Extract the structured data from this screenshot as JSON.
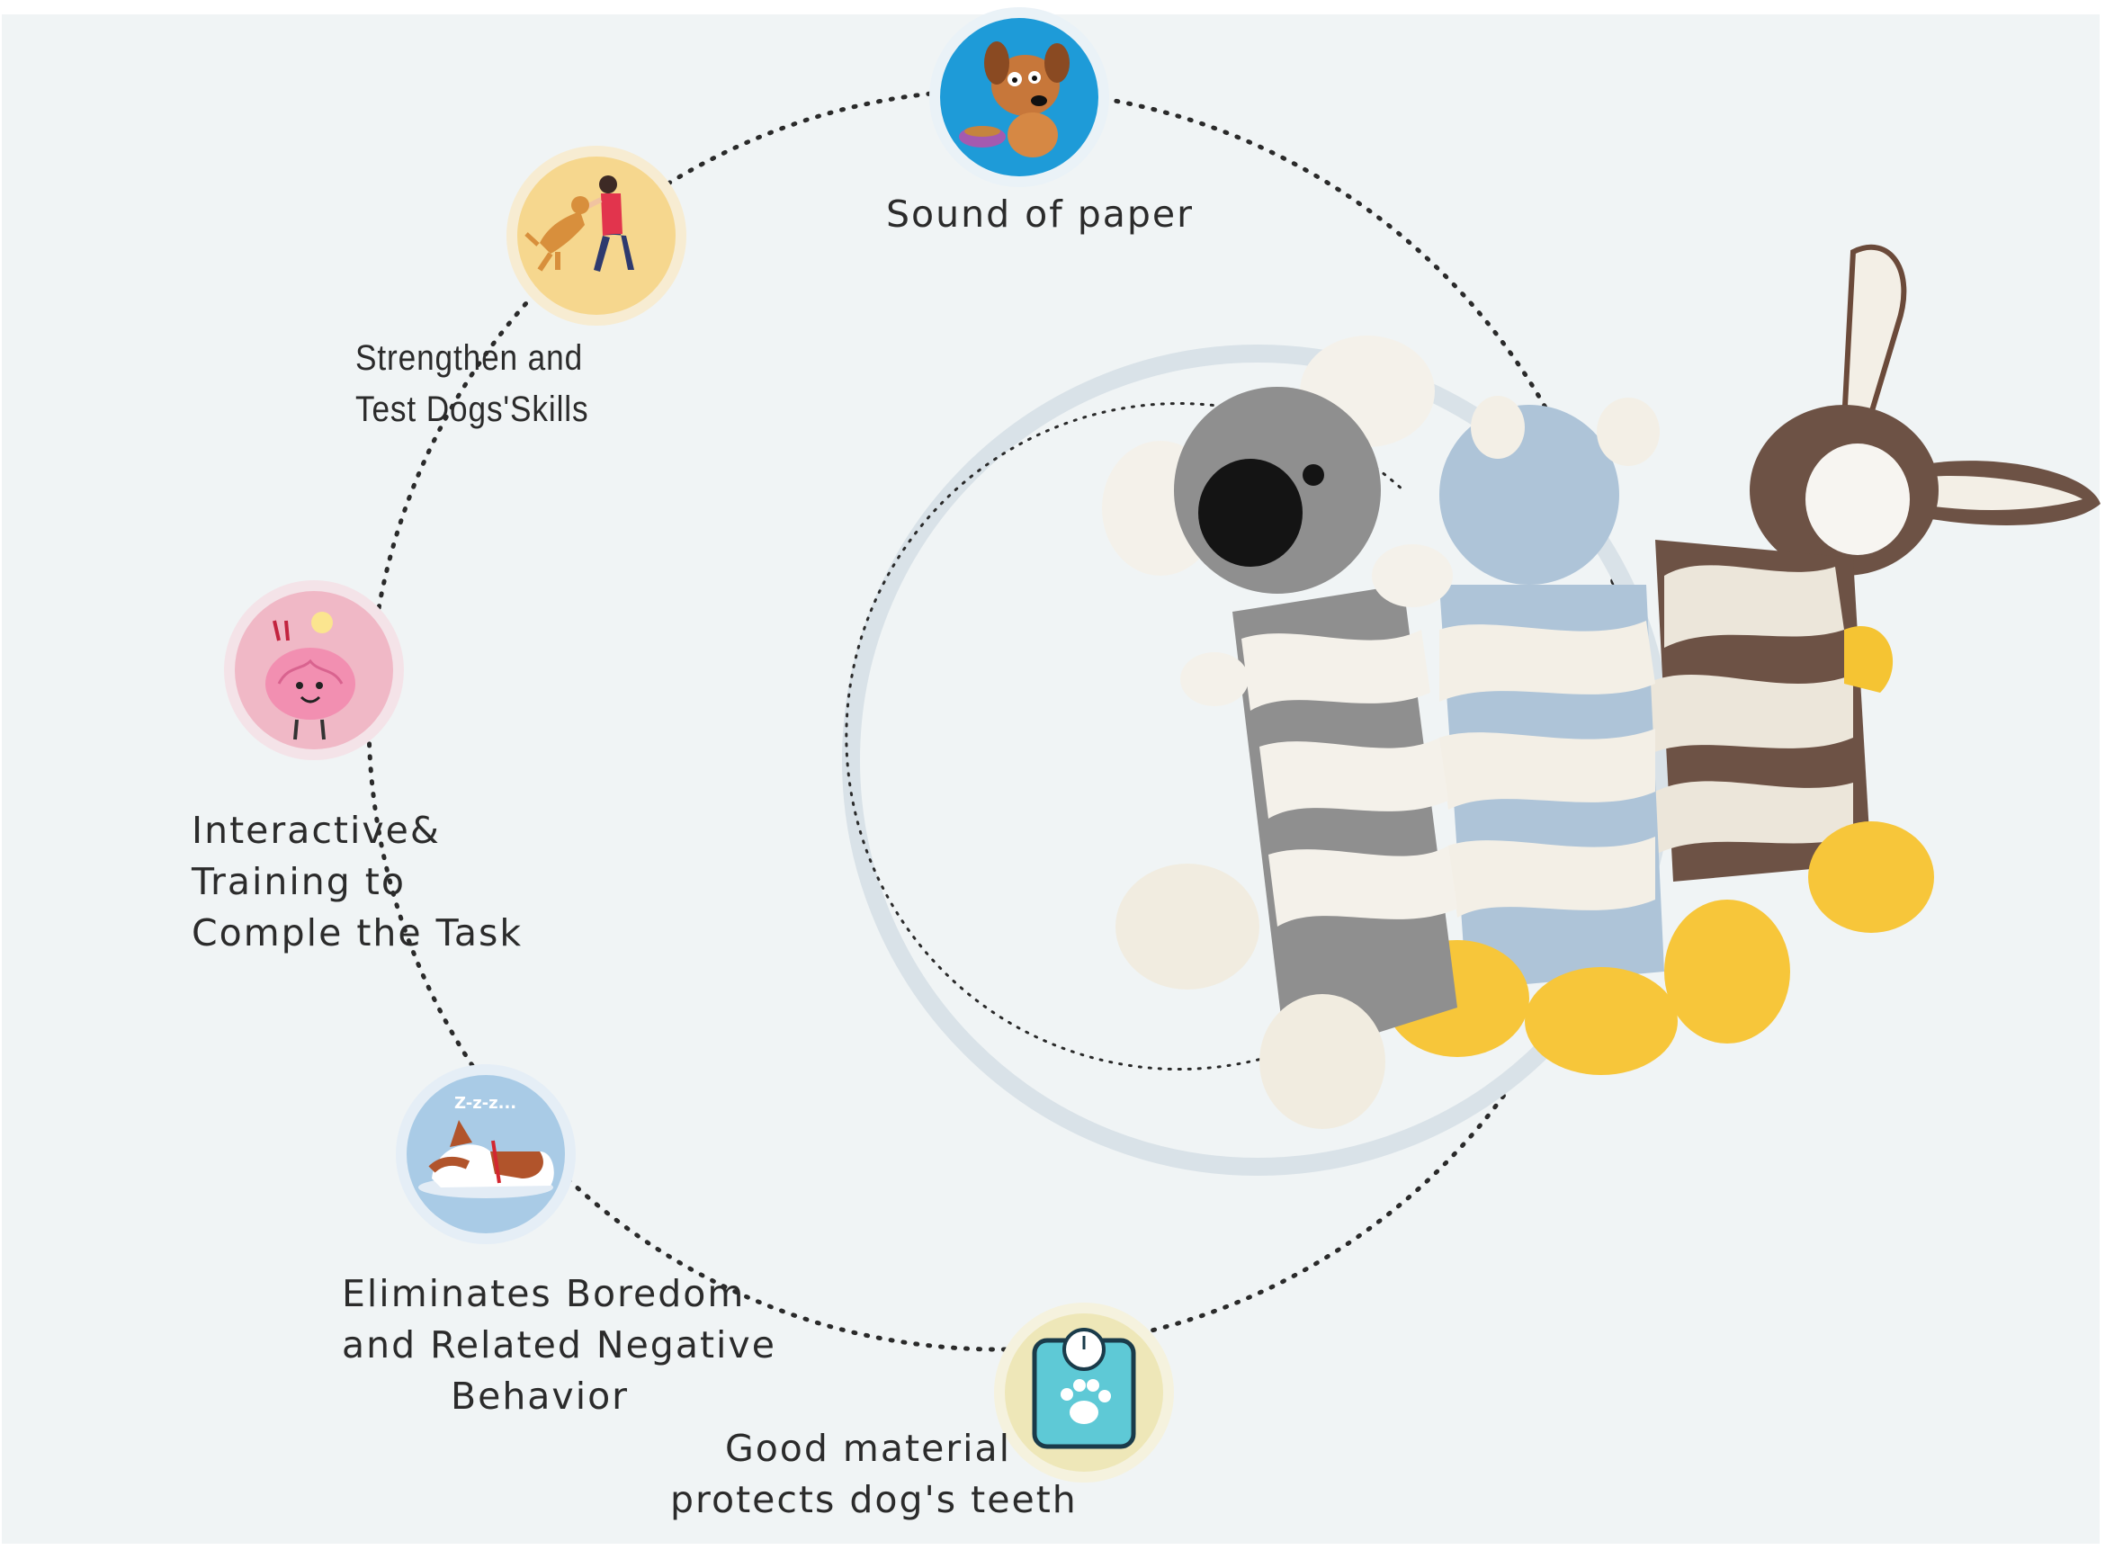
{
  "features": [
    {
      "label": "Sound of paper",
      "icon": "dog-with-bowl-icon"
    },
    {
      "label": "Strengthen and\nTest Dogs'Skills",
      "icon": "person-training-dog-icon"
    },
    {
      "label": "Interactive&\nTraining to\nComple the Task",
      "icon": "brain-idea-icon"
    },
    {
      "label": "Eliminates Boredom\nand Related Negative\nBehavior",
      "icon": "sleeping-dog-icon"
    },
    {
      "label": "Good material\nprotects dog's teeth",
      "icon": "paw-scale-icon"
    }
  ],
  "product": {
    "image": "plush-crinkle-toys-koala-hippo-donkey"
  },
  "colors": {
    "background": "#f0f4f5",
    "ring": "#d9e2e8",
    "dotted": "#2a2a2a",
    "icon_blue": "#1e9bd8",
    "icon_yellow": "#f6d78e",
    "icon_pink": "#f0b8c6",
    "icon_lightblue": "#a9cbe6",
    "icon_cream": "#eee7b8"
  }
}
